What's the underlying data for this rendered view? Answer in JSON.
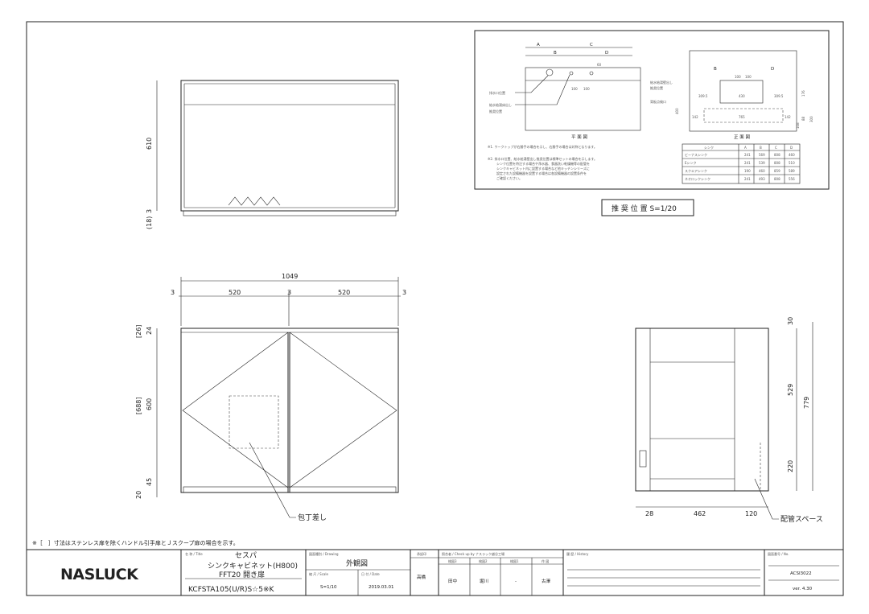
{
  "top_view": {
    "dim_610": "610",
    "dim_3": "3",
    "dim_18": "(18)"
  },
  "width_dims": {
    "total": "1049",
    "gap_left": "3",
    "door_left": "520",
    "gap_mid": "3",
    "door_right": "520",
    "gap_right": "3"
  },
  "front_view": {
    "d26": "[26]",
    "d24": "24",
    "d688": "[688]",
    "d600": "600",
    "d45": "45",
    "d20": "20",
    "knife_label": "包丁差し"
  },
  "side_view": {
    "d30": "30",
    "d529": "529",
    "d220": "220",
    "d779": "779",
    "d28": "28",
    "d462": "462",
    "d120": "120",
    "pipe_label": "配管スペース"
  },
  "inset": {
    "plan": {
      "A": "A",
      "B": "B",
      "C": "C",
      "D": "D",
      "d60": "60",
      "d100a": "100",
      "d100b": "100",
      "drain": "排水口位置",
      "supply": "給水給湯床出し",
      "supply2": "推奨位置",
      "caption": "平 面 図"
    },
    "elev": {
      "B": "B",
      "D": "D",
      "d100a": "100",
      "d100b": "100",
      "d3095a": "309.5",
      "d430": "430",
      "d3095b": "309.5",
      "d176": "176",
      "d400": "400",
      "d142a": "142",
      "d765": "765",
      "d142b": "142",
      "d88": "88",
      "d108": "108",
      "d300": "300",
      "supply": "給水給湯壁出し",
      "supply2": "推奨位置",
      "inspect": "背板点検口",
      "caption": "正 面 図"
    },
    "note1": "※1. ワークトップが右勝手の場合を示し、右勝手の場合は対称となります。",
    "note2": [
      "※2. 排水口位置、給水給湯壁出し推奨位置は標準セットの場合を示します。",
      "シンク位置を特注する場合や浄水器、食器洗い乾燥機等の配管を",
      "シンクキャビネット内に設置する場合など他キッチンシリーズに",
      "設定された設備機器を設置する場合は各設備機器の設置条件を",
      "ご確認ください。"
    ],
    "table": {
      "headers": [
        "シンク",
        "A",
        "B",
        "C",
        "D"
      ],
      "rows": [
        [
          "ビーナスシンク",
          "241",
          "569",
          "808",
          "460"
        ],
        [
          "Eシンク",
          "241",
          "539",
          "808",
          "510"
        ],
        [
          "スクエアシンク",
          "190",
          "460",
          "859",
          "589"
        ],
        [
          "ネオロックシンク",
          "241",
          "493",
          "808",
          "556"
        ]
      ]
    },
    "scale_label": "推 奨 位 置  S=1/20"
  },
  "note": "※［　］寸法はステンレス扉を除くハンドル引手扉とＪスクープ扉の場合を示す。",
  "title_block": {
    "logo": "NASLUCK",
    "title_label": "名 称 / Title",
    "title1": "セスパ",
    "title2": "シンクキャビネット(H800)",
    "title3": "FFT20  開き扉",
    "title4": "KCFSTA105(U/R)S☆5※K",
    "drawing_label": "図面種別 / Drawing",
    "drawing": "外観図",
    "scale_label": "縮 尺 / Scale",
    "scale": "S=1/10",
    "date_label": "日 付 / Date",
    "date": "2019.03.01",
    "approve_label": "承認印",
    "approver": "高橋",
    "check_label": "照合者 / Check up by ナスラック越谷工場",
    "check_cols": [
      "検図3",
      "検図2",
      "検図1",
      "作 図"
    ],
    "check_vals": [
      "田中",
      "堀川",
      "-",
      "古澤"
    ],
    "history_label": "履 歴 / History",
    "no_label": "図面番号 / No.",
    "no": "ACSI3022",
    "version": "ver. 4.30"
  }
}
